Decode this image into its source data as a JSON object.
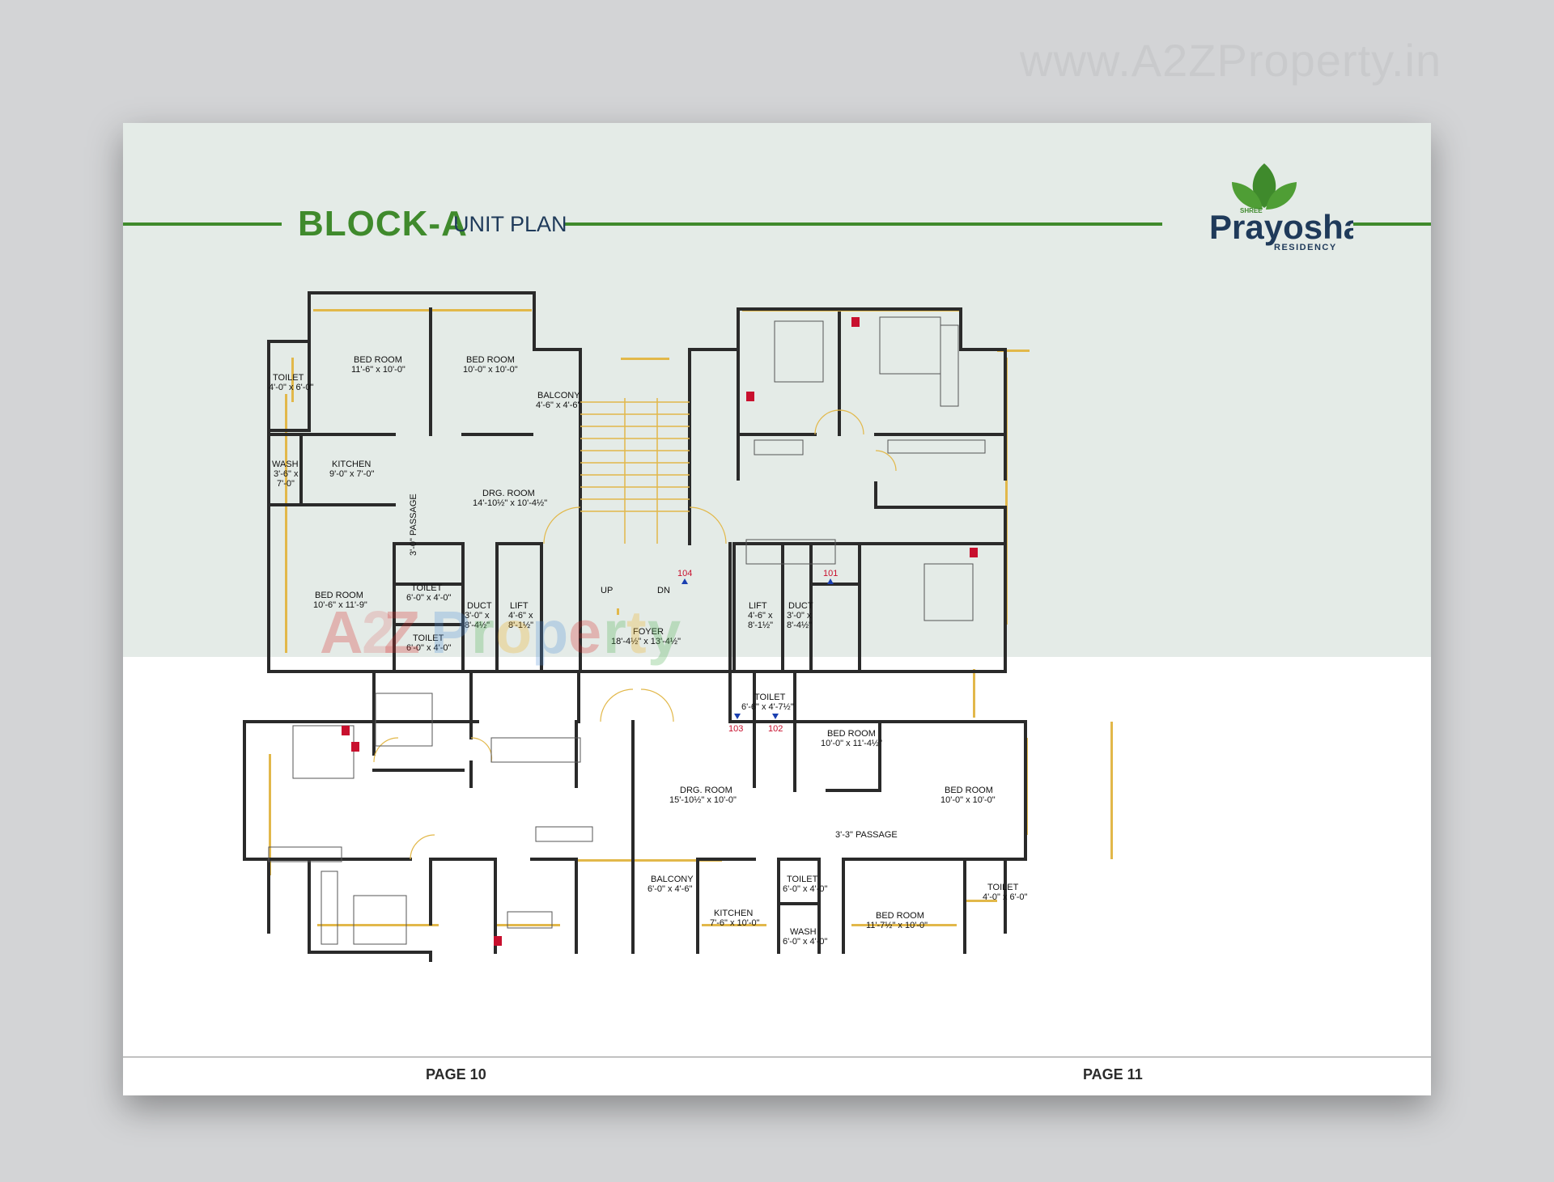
{
  "watermark": "www.A2ZProperty.in",
  "header": {
    "title": "BLOCK-A",
    "subtitle": "UNIT PLAN"
  },
  "logo": {
    "prefix": "SHREE",
    "name": "Prayosha",
    "suffix": "RESIDENCY"
  },
  "overlay_watermark": {
    "letters": [
      "A",
      "2",
      "Z",
      "P",
      "r",
      "o",
      "p",
      "e",
      "r",
      "t",
      "y"
    ]
  },
  "rooms": {
    "toilet_tl": {
      "name": "TOILET",
      "size": "4'-0\" x 6'-0\""
    },
    "bed_tl1": {
      "name": "BED ROOM",
      "size": "11'-6\" x 10'-0\""
    },
    "bed_tl2": {
      "name": "BED ROOM",
      "size": "10'-0\" x 10'-0\""
    },
    "balcony_tl": {
      "name": "BALCONY",
      "size": "4'-6\" x 4'-6\""
    },
    "wash_tl": {
      "name": "WASH",
      "size1": "3'-6\" x",
      "size2": "7'-0\""
    },
    "kitchen_tl": {
      "name": "KITCHEN",
      "size": "9'-0\" x 7'-0\""
    },
    "passage_tl": {
      "name": "3'-0\" PASSAGE"
    },
    "drg_tl": {
      "name": "DRG. ROOM",
      "size": "14'-10½\" x 10'-4½\""
    },
    "bed_tl3": {
      "name": "BED ROOM",
      "size": "10'-6\" x 11'-9\""
    },
    "toilet_c1": {
      "name": "TOILET",
      "size": "6'-0\" x 4'-0\""
    },
    "toilet_c2": {
      "name": "TOILET",
      "size": "6'-0\" x 4'-0\""
    },
    "duct_l": {
      "name": "DUCT",
      "size1": "3'-0\" x",
      "size2": "8'-4½\""
    },
    "lift_l": {
      "name": "LIFT",
      "size1": "4'-6\" x",
      "size2": "8'-1½\""
    },
    "foyer": {
      "name": "FOYER",
      "size": "18'-4½\" x 13'-4½\""
    },
    "lift_r": {
      "name": "LIFT",
      "size1": "4'-6\" x",
      "size2": "8'-1½\""
    },
    "duct_r": {
      "name": "DUCT",
      "size1": "3'-0\" x",
      "size2": "8'-4½\""
    },
    "toilet_cr": {
      "name": "TOILET",
      "size": "6'-6\" x 4'-7½\""
    },
    "bed_br1": {
      "name": "BED ROOM",
      "size": "10'-0\" x 11'-4½\""
    },
    "drg_br": {
      "name": "DRG. ROOM",
      "size": "15'-10½\" x 10'-0\""
    },
    "bed_br2": {
      "name": "BED ROOM",
      "size": "10'-0\" x 10'-0\""
    },
    "passage_br": {
      "name": "3'-3\" PASSAGE"
    },
    "balcony_br": {
      "name": "BALCONY",
      "size": "6'-0\" x 4'-6\""
    },
    "kitchen_br": {
      "name": "KITCHEN",
      "size": "7'-6\" x 10'-0\""
    },
    "toilet_br1": {
      "name": "TOILET",
      "size": "6'-0\" x 4'-0\""
    },
    "wash_br": {
      "name": "WASH",
      "size": "6'-0\" x 4'-0\""
    },
    "bed_br3": {
      "name": "BED ROOM",
      "size": "11'-7½\" x 10'-0\""
    },
    "toilet_br2": {
      "name": "TOILET",
      "size": "4'-0\" x 6'-0\""
    }
  },
  "stairs": {
    "up": "UP",
    "dn": "DN"
  },
  "flat_numbers": {
    "f104": "104",
    "f101": "101",
    "f103": "103",
    "f102": "102"
  },
  "footer": {
    "left_page": "PAGE 10",
    "right_page": "PAGE 11"
  },
  "colors": {
    "green": "#3f8a2c",
    "navy": "#1f3a5a",
    "wall": "#2a2a2a",
    "window": "#e2b84a",
    "accent_red": "#c8102e"
  }
}
